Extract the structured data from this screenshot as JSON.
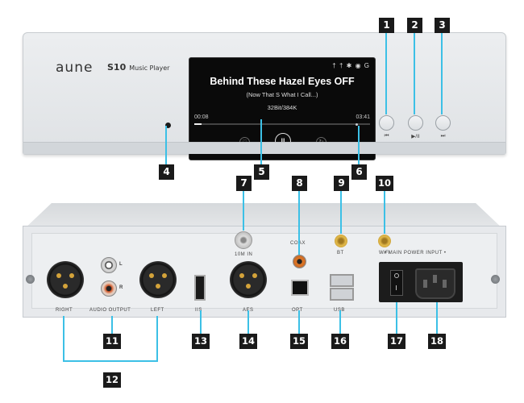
{
  "front_panel": {
    "brand": "aune",
    "model": "S10",
    "model_sub": "Music Player",
    "screen": {
      "status_icons": "† † ✱ ◉ G",
      "song_title": "Behind These Hazel Eyes OFF",
      "album": "(Now That S What I Call...)",
      "format": "32Bit/384K",
      "elapsed": "00:08",
      "total": "03:41",
      "progress_fraction": 0.04
    },
    "buttons": [
      {
        "icon": "previous-icon",
        "label": "⏮"
      },
      {
        "icon": "play-pause-icon",
        "label": "▶/II"
      },
      {
        "icon": "next-icon",
        "label": "⏭"
      }
    ]
  },
  "rear_panel": {
    "labels": {
      "right": "RIGHT",
      "audio_output": "AUDIO OUTPUT",
      "left": "LEFT",
      "rca_l": "L",
      "rca_r": "R",
      "clock_in": "10M IN",
      "coax": "COAX",
      "bt": "BT",
      "wifi": "WiFi",
      "main_power": "• MAIN POWER INPUT •",
      "iis": "IIS",
      "aes": "AES",
      "opt": "OPT",
      "usb": "USB"
    }
  },
  "callouts": [
    "1",
    "2",
    "3",
    "4",
    "5",
    "6",
    "7",
    "8",
    "9",
    "10",
    "11",
    "12",
    "13",
    "14",
    "15",
    "16",
    "17",
    "18"
  ],
  "colors": {
    "callout_line": "#3cc0e6",
    "badge": "#1a1a1a",
    "panel": "#e4e6e9"
  }
}
